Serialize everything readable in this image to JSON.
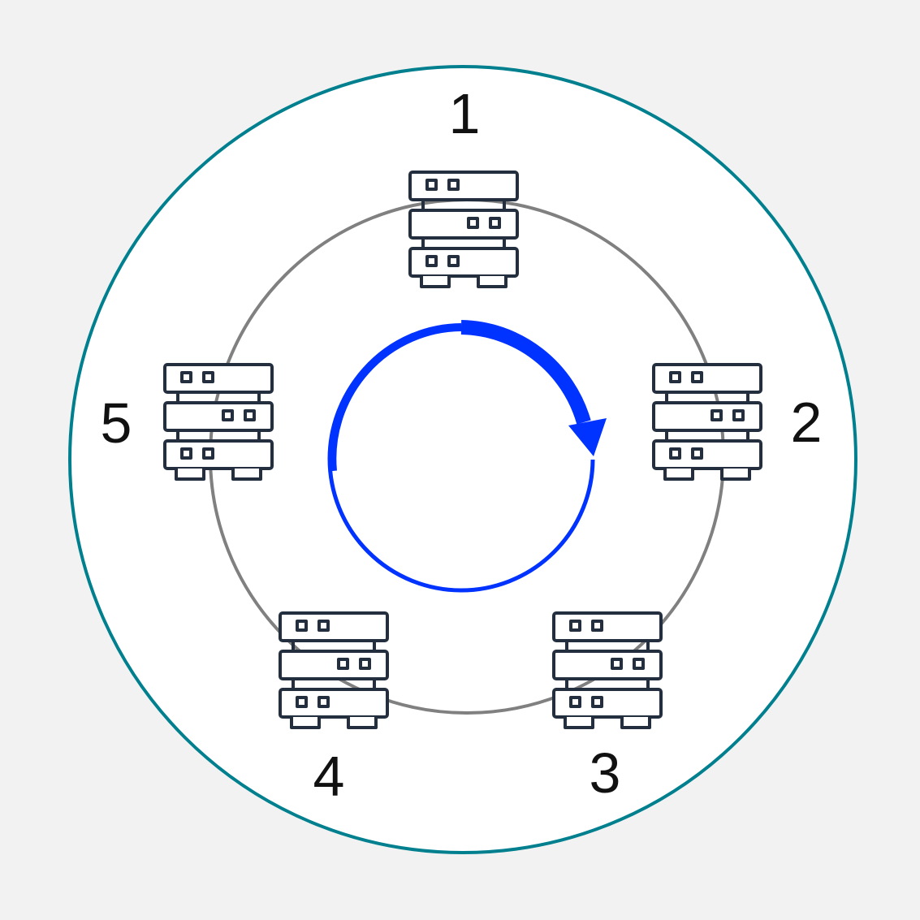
{
  "diagram": {
    "outer_ring_color": "#00808f",
    "inner_ring_color": "#808080",
    "server_stroke_color": "#232f3e",
    "rotation_arrow": {
      "color": "#0033ff",
      "direction": "clockwise"
    },
    "nodes": [
      {
        "label": "1",
        "icon": "server-rack-icon"
      },
      {
        "label": "2",
        "icon": "server-rack-icon"
      },
      {
        "label": "3",
        "icon": "server-rack-icon"
      },
      {
        "label": "4",
        "icon": "server-rack-icon"
      },
      {
        "label": "5",
        "icon": "server-rack-icon"
      }
    ]
  }
}
